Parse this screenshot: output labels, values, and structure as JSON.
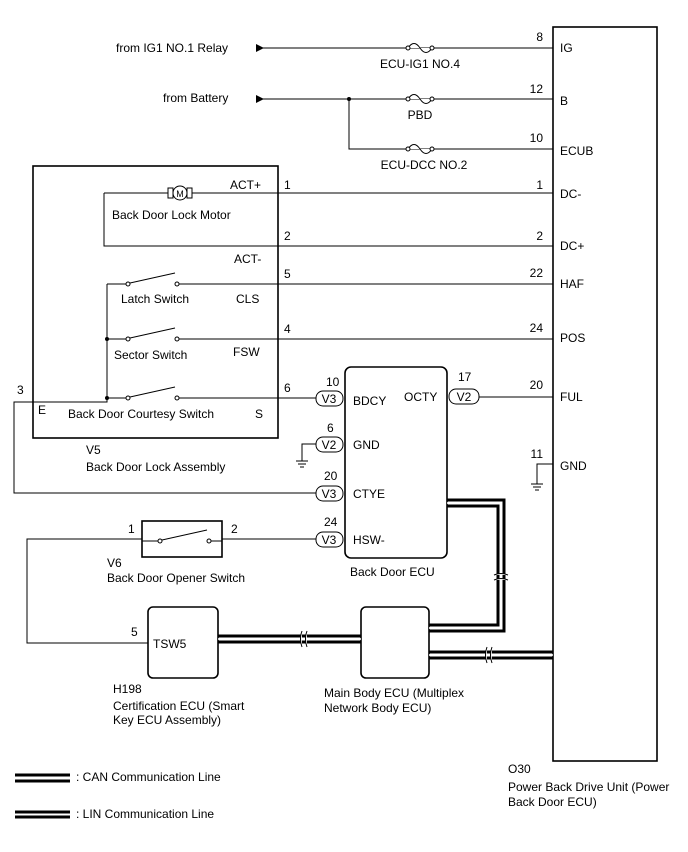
{
  "inputs": {
    "ig1_relay": "from IG1 NO.1 Relay",
    "battery": "from Battery"
  },
  "fuses": {
    "ecu_ig1": "ECU-IG1 NO.4",
    "pbd": "PBD",
    "ecu_dcc": "ECU-DCC NO.2"
  },
  "power_back_drive_unit": {
    "code": "O30",
    "name": "Power Back Drive Unit (Power Back Door ECU)",
    "name_line1": "Power Back Drive Unit (Power",
    "name_line2": "Back Door ECU)",
    "pins": [
      {
        "num": "8",
        "label": "IG"
      },
      {
        "num": "12",
        "label": "B"
      },
      {
        "num": "10",
        "label": "ECUB"
      },
      {
        "num": "1",
        "label": "DC-"
      },
      {
        "num": "2",
        "label": "DC+"
      },
      {
        "num": "22",
        "label": "HAF"
      },
      {
        "num": "24",
        "label": "POS"
      },
      {
        "num": "20",
        "label": "FUL"
      },
      {
        "num": "11",
        "label": "GND"
      }
    ]
  },
  "back_door_lock_assembly": {
    "code": "V5",
    "name": "Back Door Lock Assembly",
    "motor": "Back Door Lock Motor",
    "motor_symbol": "M",
    "latch_switch": "Latch Switch",
    "sector_switch": "Sector Switch",
    "courtesy_switch": "Back Door Courtesy Switch",
    "terminals": [
      {
        "num": "1",
        "label": "ACT+"
      },
      {
        "num": "2",
        "label": "ACT-"
      },
      {
        "num": "5",
        "label": "CLS"
      },
      {
        "num": "4",
        "label": "FSW"
      },
      {
        "num": "6",
        "label": "S"
      },
      {
        "num": "3",
        "label": "E"
      }
    ]
  },
  "back_door_ecu": {
    "name": "Back Door ECU",
    "pins": [
      {
        "num": "10",
        "connector": "V3",
        "label": "BDCY"
      },
      {
        "num": "6",
        "connector": "V2",
        "label": "GND"
      },
      {
        "num": "20",
        "connector": "V3",
        "label": "CTYE"
      },
      {
        "num": "24",
        "connector": "V3",
        "label": "HSW-"
      },
      {
        "num": "17",
        "connector": "V2",
        "label": "OCTY"
      }
    ]
  },
  "opener_switch": {
    "code": "V6",
    "name": "Back Door Opener Switch",
    "pins": [
      "1",
      "2"
    ]
  },
  "certification_ecu": {
    "code": "H198",
    "name_line1": "Certification ECU (Smart",
    "name_line2": "Key ECU Assembly)",
    "pin_num": "5",
    "pin_label": "TSW5"
  },
  "main_body_ecu": {
    "name_line1": "Main Body ECU (Multiplex",
    "name_line2": "Network Body ECU)"
  },
  "legend": {
    "can": ": CAN Communication Line",
    "lin": ": LIN Communication Line"
  }
}
